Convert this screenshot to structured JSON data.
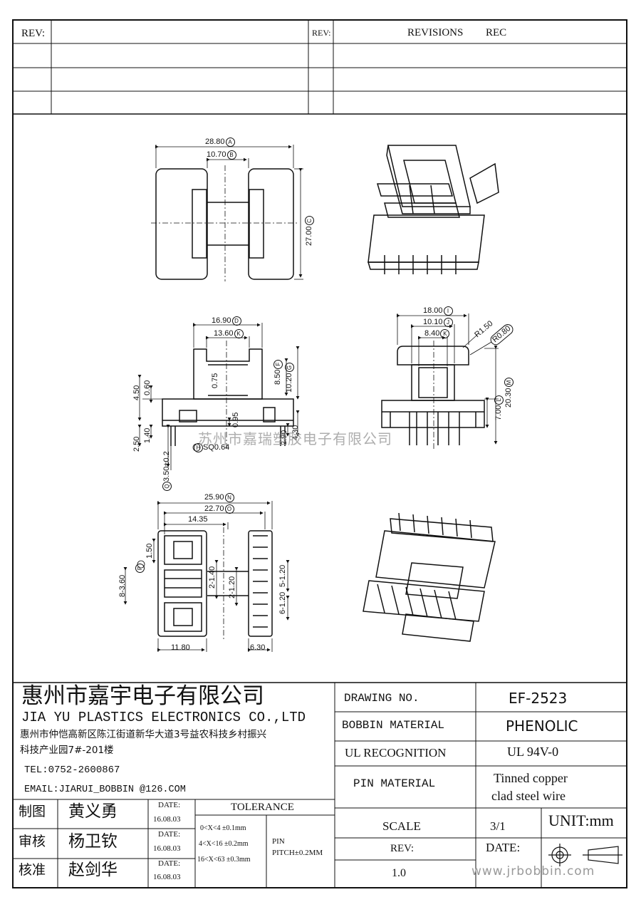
{
  "header": {
    "rev_label_left": "REV:",
    "rev_label_right": "REV:",
    "revisions_label": "REVISIONS",
    "rec_label": "REC"
  },
  "views": {
    "top_view": {
      "width": "28.80",
      "width_mark": "A",
      "inner_width": "10.70",
      "inner_mark": "B",
      "height": "27.00",
      "height_mark": "C"
    },
    "front_view": {
      "outer": "16.90",
      "outer_mark": "D",
      "inner": "13.60",
      "inner_mark": "K",
      "flange_h": "4.50",
      "flange_t": "0.60",
      "wall": "0.75",
      "winding_h": "8.50",
      "winding_mark": "F",
      "total_h": "10.20",
      "total_mark": "G",
      "base_gap": "0.95",
      "pin_h": "4.30",
      "pin_b": "2.50",
      "pin_c": "1.40",
      "pin_small": "2.90",
      "pin_sq": "SQ0.64",
      "pin_sq_mark": "H",
      "pin_len": "3.50±0.2",
      "pin_len_mark": "Q"
    },
    "side_view": {
      "w1": "18.00",
      "w1_mark": "I",
      "w2": "10.10",
      "w2_mark": "J",
      "w3": "8.40",
      "w3_mark": "K",
      "r1": "R1.50",
      "r2": "R0.80",
      "total_h": "20.30",
      "total_mark": "M",
      "base_h": "7.00",
      "base_mark": "L"
    },
    "bottom_view": {
      "w1": "25.90",
      "w1_mark": "N",
      "w2": "22.70",
      "w2_mark": "O",
      "w3": "14.35",
      "h1": "1.50",
      "h2": "8-3.60",
      "h2_mark": "P",
      "p1": "2-1.40",
      "p2": "2-1.20",
      "p3": "5-1.20",
      "p4": "6-1.20",
      "left_w": "11.80",
      "right_w": "6.30"
    }
  },
  "watermark": "苏州市嘉瑞塑胶电子有限公司",
  "title_block": {
    "company_cn": "惠州市嘉宇电子有限公司",
    "company_en": "JIA YU PLASTICS ELECTRONICS CO.,LTD",
    "address_1": "惠州市仲恺高新区陈江街道新华大道3号益农科技乡村振兴",
    "address_2": "科技产业园7#-201楼",
    "tel": "TEL:0752-2600867",
    "email": "EMAIL:JIARUI_BOBBIN @126.COM",
    "drawing_no_label": "DRAWING  NO.",
    "drawing_no": "EF-2523",
    "bobbin_material_label": "BOBBIN  MATERIAL",
    "bobbin_material": "PHENOLIC",
    "ul_label": "UL RECOGNITION",
    "ul_value": "UL 94V-0",
    "pin_material_label": "PIN MATERIAL",
    "pin_material_1": "Tinned copper",
    "pin_material_2": "clad steel wire",
    "scale_label": "SCALE",
    "scale_value": "3/1",
    "unit": "UNIT:mm",
    "rev_label": "REV:",
    "rev_value": "1.0",
    "date_label": "DATE:",
    "tolerance_label": "TOLERANCE",
    "tol_1": "0<X<4  ±0.1mm",
    "tol_2": "4<X<16 ±0.2mm",
    "tol_3": "16<X<63 ±0.3mm",
    "pin_pitch_1": "PIN",
    "pin_pitch_2": "PITCH±0.2MM",
    "sign_rows": [
      {
        "role": "制图",
        "name": "黄义勇",
        "date_label": "DATE:",
        "date": "16.08.03"
      },
      {
        "role": "审核",
        "name": "杨卫钦",
        "date_label": "DATE:",
        "date": "16.08.03"
      },
      {
        "role": "核准",
        "name": "赵剑华",
        "date_label": "DATE:",
        "date": "16.08.03"
      }
    ],
    "footer_url": "www.jrbobbin.com"
  }
}
